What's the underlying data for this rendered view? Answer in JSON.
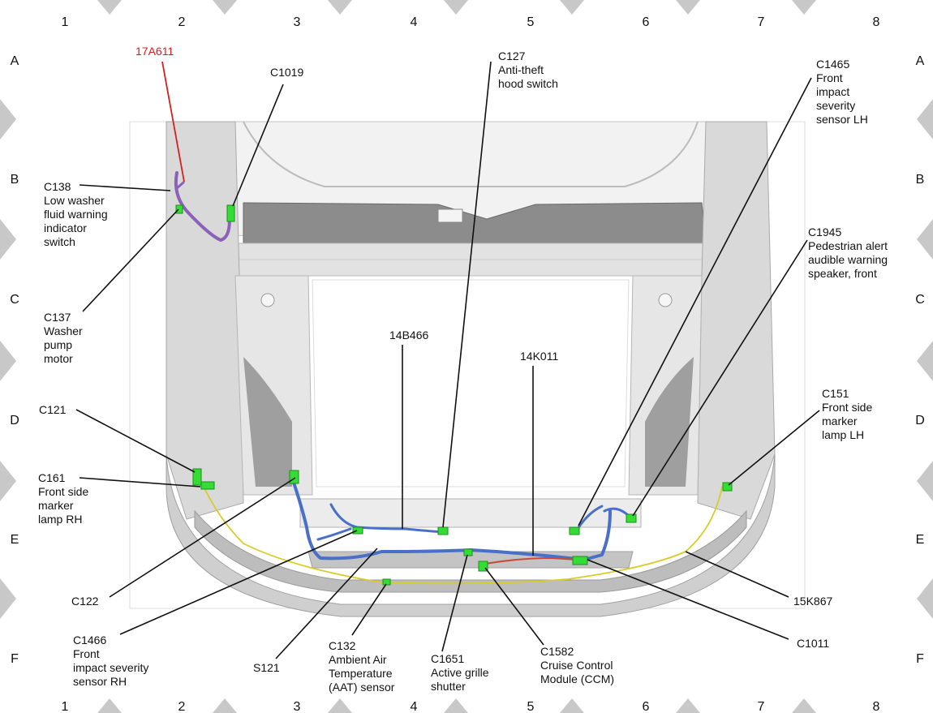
{
  "column_markers": [
    "1",
    "2",
    "3",
    "4",
    "5",
    "6",
    "7",
    "8"
  ],
  "row_markers": [
    "A",
    "B",
    "C",
    "D",
    "E",
    "F"
  ],
  "highlight_color": "#d42020",
  "connector_color": "#33dd33",
  "harness_colors": {
    "main": "#4a6fc9",
    "washer": "#8a63b8",
    "marker": "#d9cc2a",
    "ccm": "#c84a3a"
  },
  "callouts": {
    "c17a611": "17A611",
    "c1019": "C1019",
    "c127": [
      "C127",
      "Anti-theft",
      "hood switch"
    ],
    "c1465": [
      "C1465",
      "Front",
      "impact",
      "severity",
      "sensor LH"
    ],
    "c138": [
      "C138",
      "Low washer",
      "fluid warning",
      "indicator",
      "switch"
    ],
    "c1945": [
      "C1945",
      "Pedestrian alert",
      "audible warning",
      "speaker, front"
    ],
    "c137": [
      "C137",
      "Washer",
      "pump",
      "motor"
    ],
    "c14b466": "14B466",
    "c14k011": "14K011",
    "c121": "C121",
    "c151": [
      "C151",
      "Front side",
      "marker",
      "lamp LH"
    ],
    "c161": [
      "C161",
      "Front side",
      "marker",
      "lamp RH"
    ],
    "c122": "C122",
    "c15k867": "15K867",
    "c1011": "C1011",
    "c1466": [
      "C1466",
      "Front",
      "impact severity",
      "sensor RH"
    ],
    "s121": "S121",
    "c132": [
      "C132",
      "Ambient Air",
      "Temperature",
      "(AAT) sensor"
    ],
    "c1651": [
      "C1651",
      "Active grille",
      "shutter"
    ],
    "c1582": [
      "C1582",
      "Cruise Control",
      "Module (CCM)"
    ]
  }
}
